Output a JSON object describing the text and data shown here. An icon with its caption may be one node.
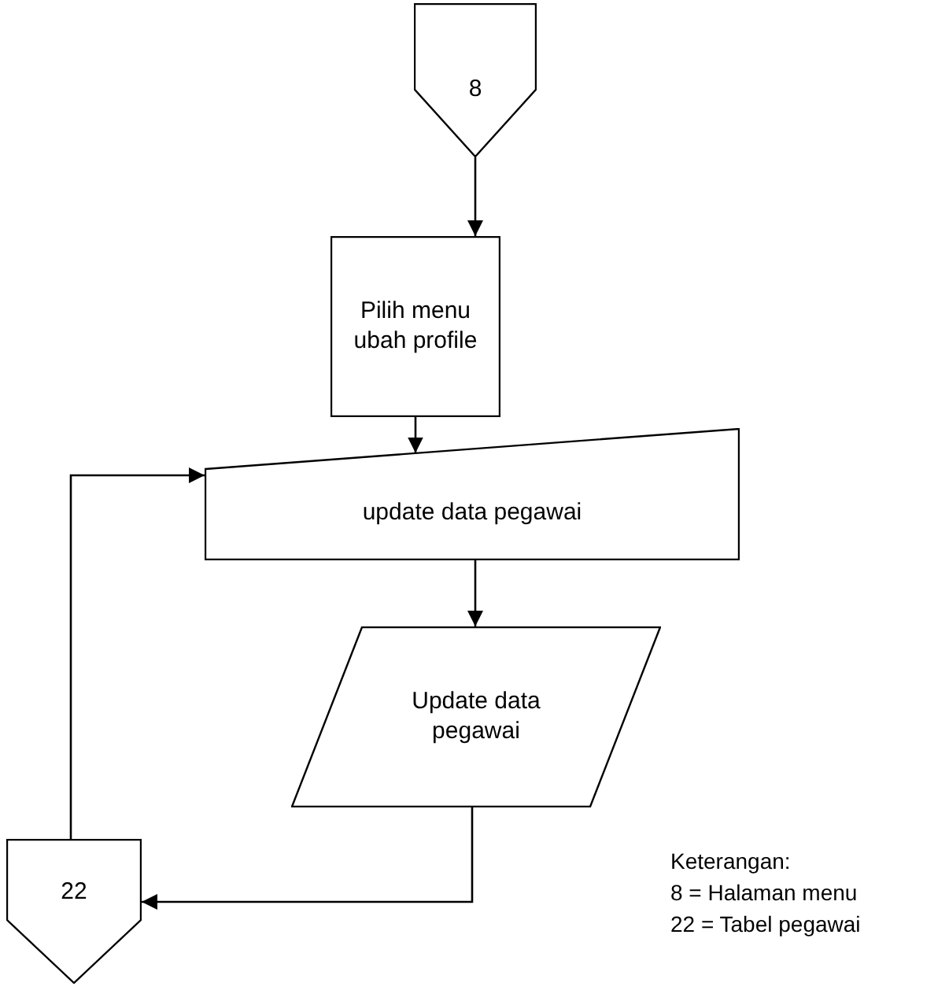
{
  "diagram": {
    "nodes": [
      {
        "text": [
          "8"
        ]
      },
      {
        "text": [
          "Pilih menu ubah profile"
        ]
      },
      {
        "text": [
          "update data pegawai"
        ]
      },
      {
        "text": [
          "Update data pegawai"
        ]
      },
      {
        "text": [
          "22"
        ]
      }
    ],
    "edges": [
      {
        "from": 0,
        "to": 1,
        "arrow": "to"
      },
      {
        "from": 1,
        "to": 2,
        "arrow": "to"
      },
      {
        "from": 2,
        "to": 3,
        "arrow": "to"
      },
      {
        "from": 3,
        "to": 4,
        "arrow": "to"
      },
      {
        "from": 4,
        "to": 2,
        "arrow": "to"
      }
    ],
    "labels": [
      "Keterangan:",
      "8 = Halaman menu",
      "22 = Tabel pegawai"
    ]
  }
}
